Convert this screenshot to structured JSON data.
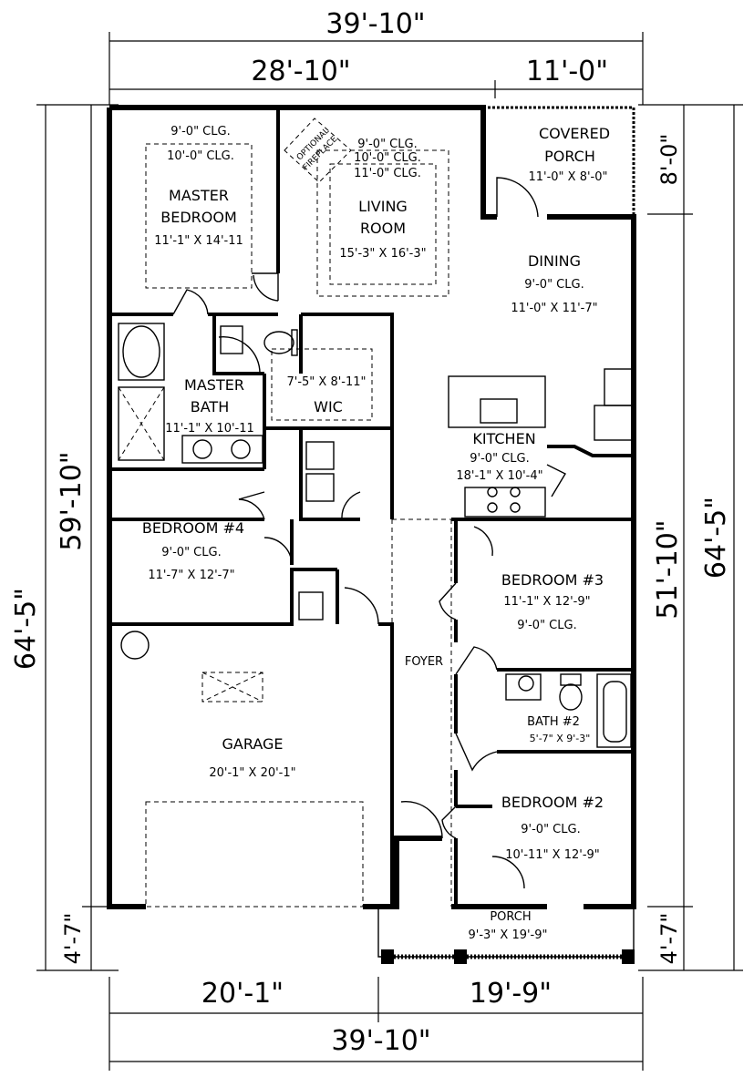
{
  "dimensions": {
    "top_total": "39'-10\"",
    "top_left": "28'-10\"",
    "top_right": "11'-0\"",
    "bottom_left": "20'-1\"",
    "bottom_right": "19'-9\"",
    "bottom_total": "39'-10\"",
    "left_overall": "64'-5\"",
    "left_inner": "59'-10\"",
    "left_porch": "4'-7\"",
    "right_overall": "64'-5\"",
    "right_inner": "51'-10\"",
    "right_top": "8'-0\"",
    "right_porch": "4'-7\""
  },
  "rooms": {
    "master_bedroom": {
      "clg1": "9'-0\" CLG.",
      "clg2": "10'-0\" CLG.",
      "name1": "MASTER",
      "name2": "BEDROOM",
      "size": "11'-1\" X 14'-11"
    },
    "living_room": {
      "clg1": "9'-0\" CLG.",
      "clg2": "10'-0\" CLG.",
      "clg3": "11'-0\" CLG.",
      "name1": "LIVING",
      "name2": "ROOM",
      "size": "15'-3\" X 16'-3\""
    },
    "fireplace": {
      "line1": "OPTIONAL",
      "line2": "FIREPLACE"
    },
    "covered_porch": {
      "name1": "COVERED",
      "name2": "PORCH",
      "size": "11'-0\" X 8'-0\""
    },
    "dining": {
      "name": "DINING",
      "clg": "9'-0\" CLG.",
      "size": "11'-0\" X 11'-7\""
    },
    "master_bath": {
      "name1": "MASTER",
      "name2": "BATH",
      "size": "11'-1\" X 10'-11"
    },
    "wic": {
      "size": "7'-5\" X 8'-11\"",
      "name": "WIC"
    },
    "kitchen": {
      "name": "KITCHEN",
      "clg": "9'-0\" CLG.",
      "size": "18'-1\" X 10'-4\""
    },
    "bedroom4": {
      "name": "BEDROOM #4",
      "clg": "9'-0\" CLG.",
      "size": "11'-7\" X 12'-7\""
    },
    "bedroom3": {
      "name": "BEDROOM #3",
      "size": "11'-1\" X 12'-9\"",
      "clg": "9'-0\" CLG."
    },
    "foyer": {
      "name": "FOYER"
    },
    "bath2": {
      "name": "BATH #2",
      "size": "5'-7\" X 9'-3\""
    },
    "garage": {
      "name": "GARAGE",
      "size": "20'-1\" X 20'-1\""
    },
    "bedroom2": {
      "name": "BEDROOM #2",
      "clg": "9'-0\" CLG.",
      "size": "10'-11\" X 12'-9\""
    },
    "porch": {
      "name": "PORCH",
      "size": "9'-3\" X 19'-9\""
    }
  }
}
